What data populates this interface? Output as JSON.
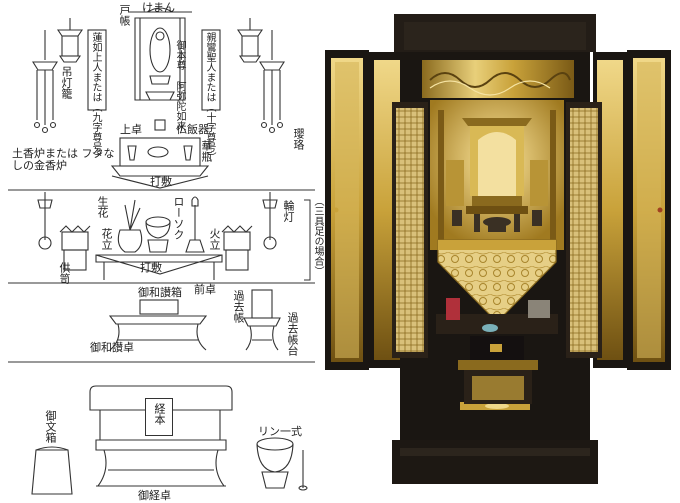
{
  "labels": {
    "tobari": "戸帳",
    "keman": "けまん",
    "renjo": "蓮如上人または（九字尊号）",
    "shinran": "親鸞聖人または（十字尊号）",
    "gohonzon": "御本尊 阿弥陀如来",
    "tsuridoro": "吊灯籠",
    "yoraku": "瓔珞",
    "uwajoku": "上卓",
    "buppanki": "仏飯器",
    "kebin": "華瓶",
    "uchishiki_top": "打敷",
    "koro": "土香炉または フタなしの金香炉",
    "ikebana": "生花",
    "rosoku": "ローソク",
    "rinto": "輪灯",
    "sangusoku": "（三具足の場合）",
    "katate": "花立",
    "hitate": "火立",
    "kuge": "供笥",
    "uchishiki_mid": "打敷",
    "maejoku": "前卓",
    "gowasan_bako": "御和讃箱",
    "wasanjoku": "御和讃卓",
    "kakocho": "過去帳",
    "kakochodai": "過去帳台",
    "kyohon": "経本",
    "gobunbako": "御文箱",
    "rinshiki": "リン一式",
    "gokyojoku": "御経卓"
  },
  "colors": {
    "line": "#333333",
    "cabinet": "#1a1612",
    "gold": "#c9a23a",
    "gold_light": "#e8cf7a",
    "gold_dark": "#8a6a1e"
  }
}
